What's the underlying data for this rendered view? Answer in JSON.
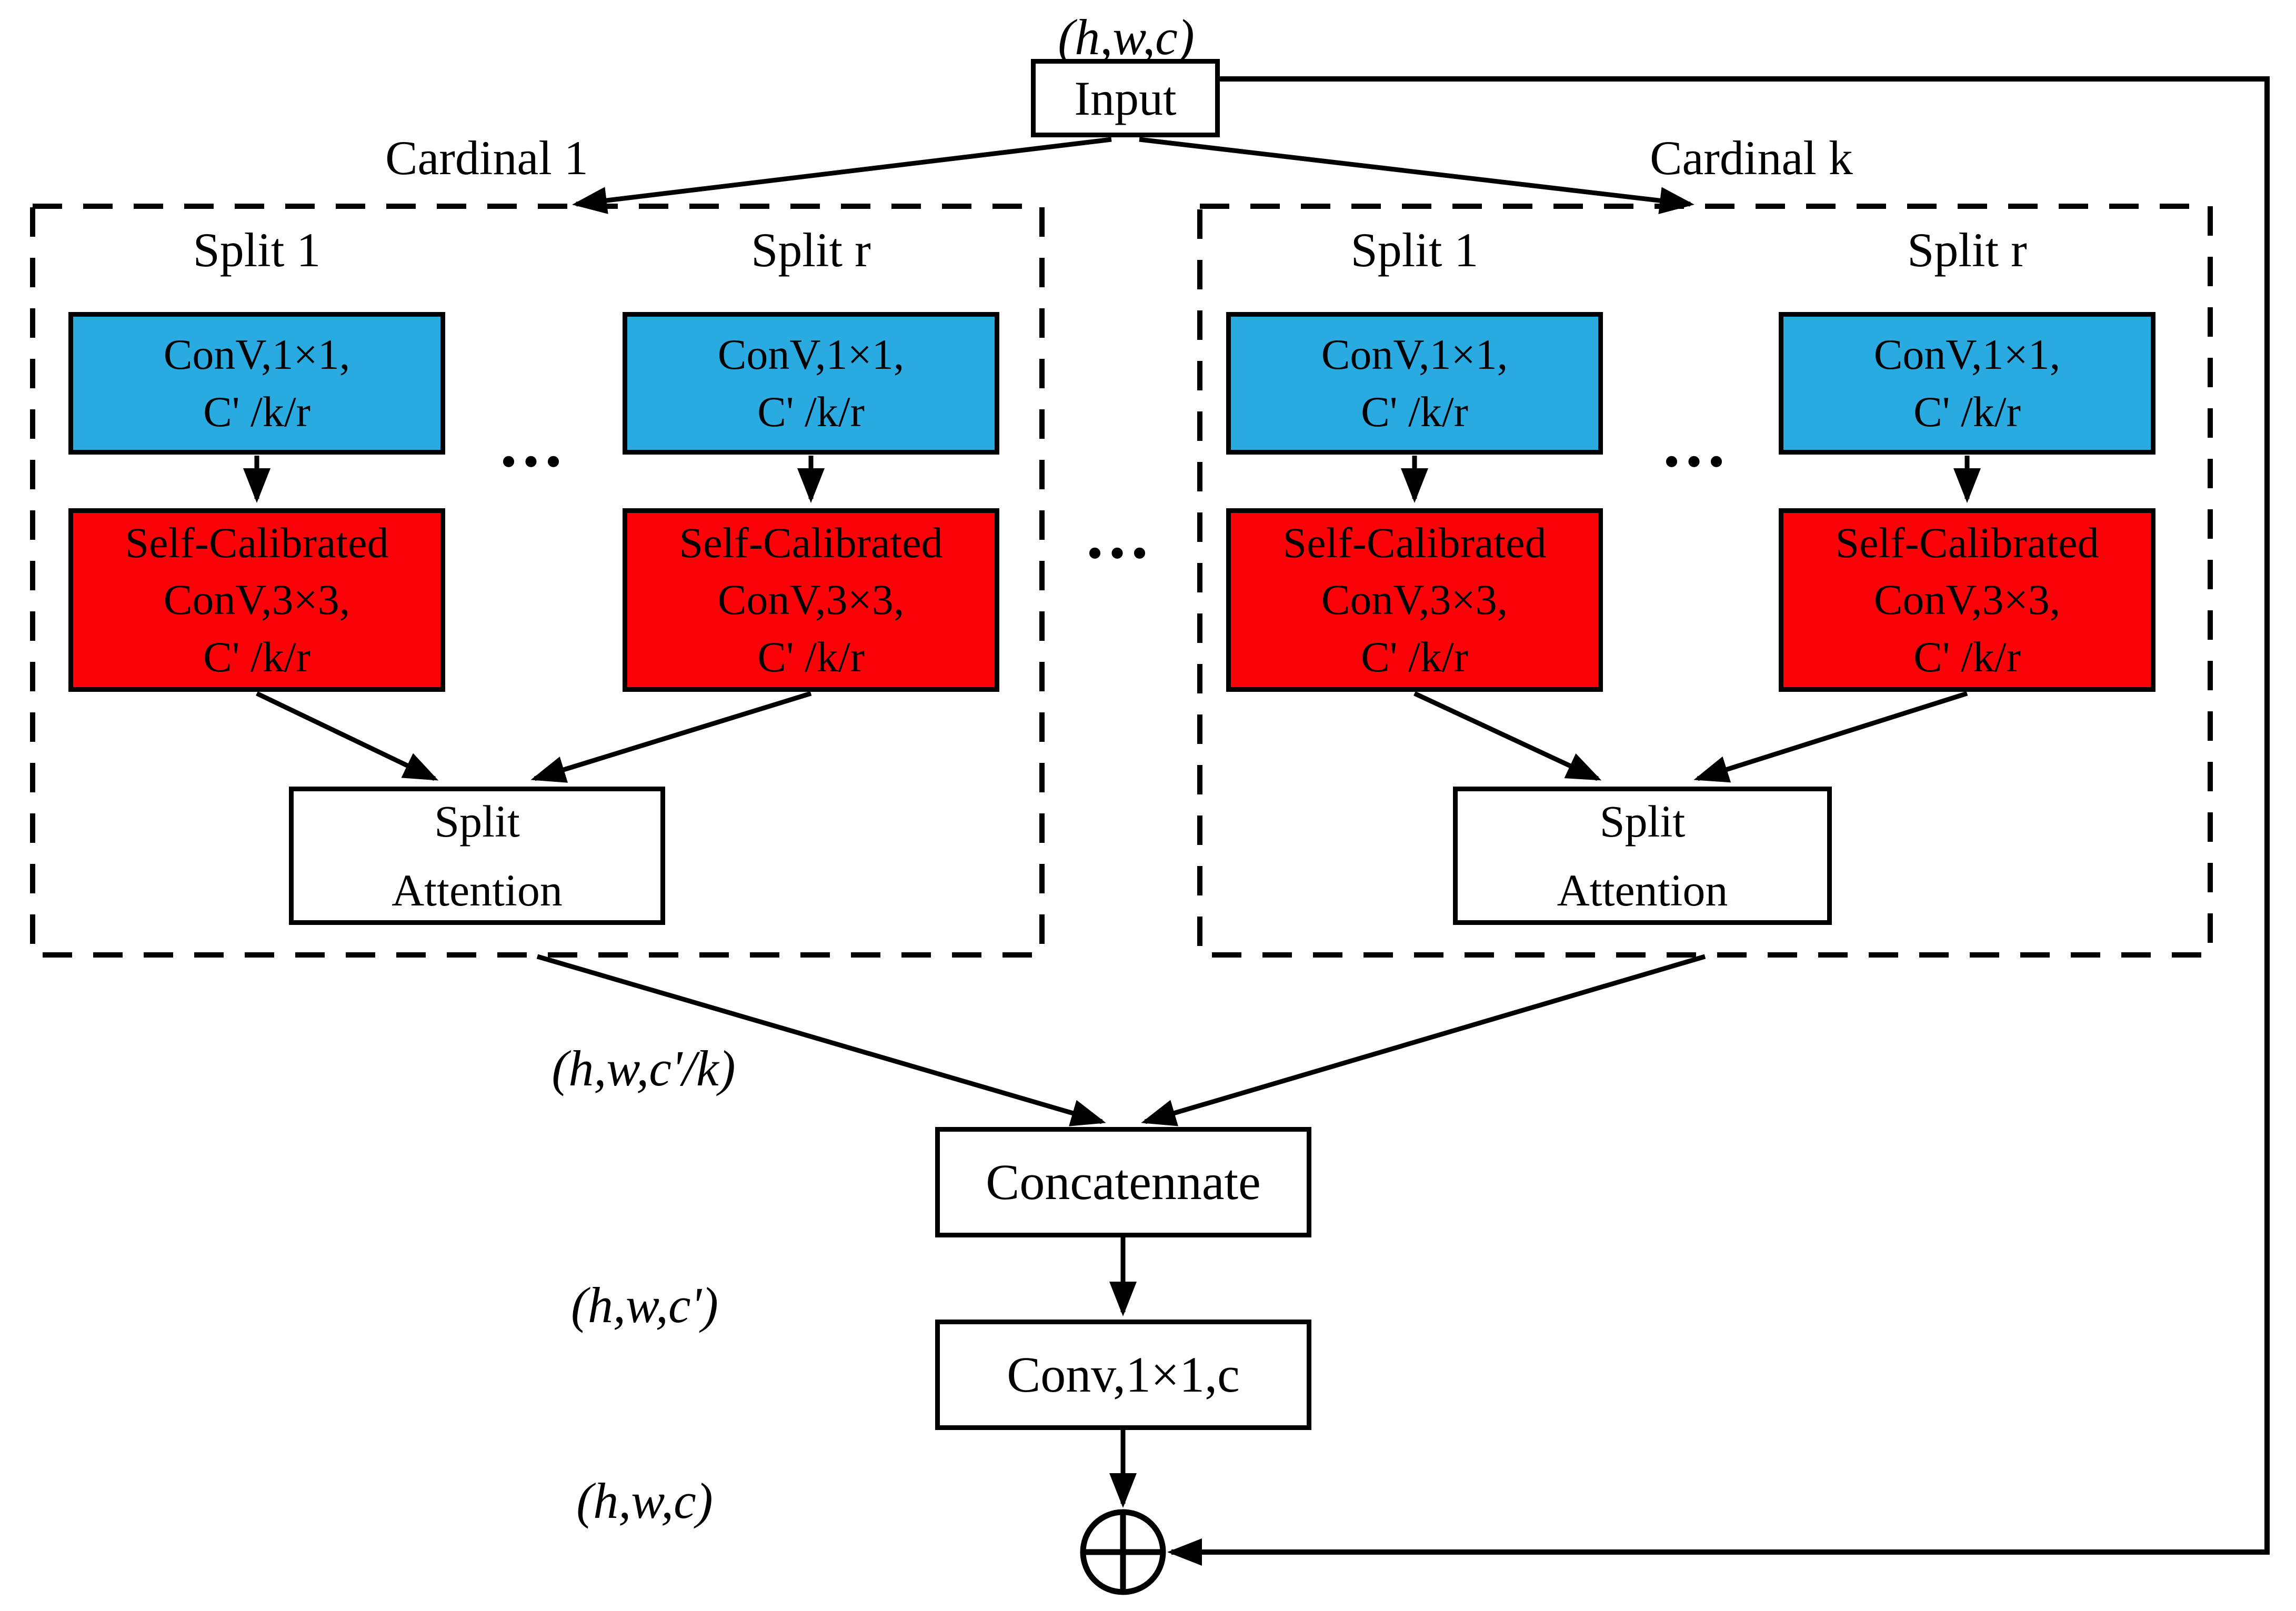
{
  "colors": {
    "conv_fill": "#29ABE2",
    "sc_fill": "#FB0209",
    "line": "#000000"
  },
  "diagram": {
    "input_label": "Input",
    "shape_top": "(h,w,c)",
    "cardinal_1_label": "Cardinal 1",
    "cardinal_k_label": "Cardinal k",
    "split_1_label": "Split 1",
    "split_r_label": "Split r",
    "ellipsis": "...",
    "conv1_block": {
      "line1": "ConV,1×1,",
      "line2": "C' /k/r"
    },
    "sc_conv_block": {
      "line1": "Self-Calibrated",
      "line2": "ConV,3×3,",
      "line3": "C' /k/r"
    },
    "split_attention_block": {
      "line1": "Split",
      "line2": "Attention"
    },
    "concatenate_label": "Concatennate",
    "conv_out_label": "Conv,1×1,c",
    "shape_after_cardinal": "(h,w,c'/k)",
    "shape_after_concat": "(h,w,c')",
    "shape_output": "(h,w,c)"
  }
}
